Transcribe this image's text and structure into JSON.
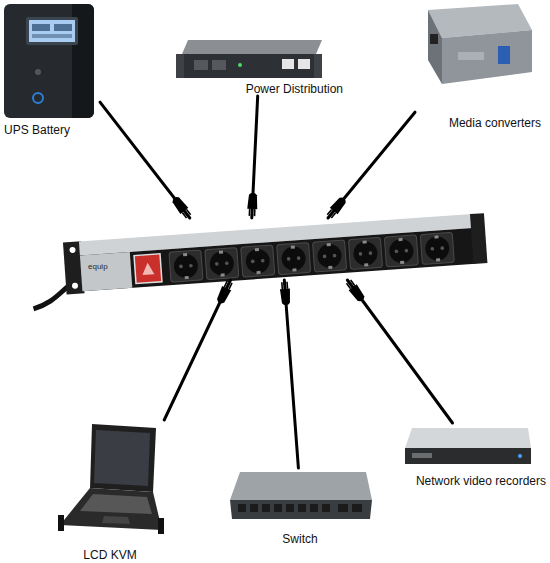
{
  "diagram": {
    "nodes": [
      {
        "text": [
          "UPS Battery"
        ]
      },
      {
        "text": [
          "Power Distribution"
        ]
      },
      {
        "text": [
          "Media converters"
        ]
      },
      {
        "text": [
          "equip"
        ]
      },
      {
        "text": [
          "LCD KVM"
        ]
      },
      {
        "text": [
          "Switch"
        ]
      },
      {
        "text": [
          "Network video recorders"
        ]
      }
    ],
    "edges": [
      {
        "from": 0,
        "to": 3,
        "arrow": "none"
      },
      {
        "from": 1,
        "to": 3,
        "arrow": "none"
      },
      {
        "from": 2,
        "to": 3,
        "arrow": "none"
      },
      {
        "from": 4,
        "to": 3,
        "arrow": "none"
      },
      {
        "from": 5,
        "to": 3,
        "arrow": "none"
      },
      {
        "from": 6,
        "to": 3,
        "arrow": "none"
      }
    ]
  }
}
